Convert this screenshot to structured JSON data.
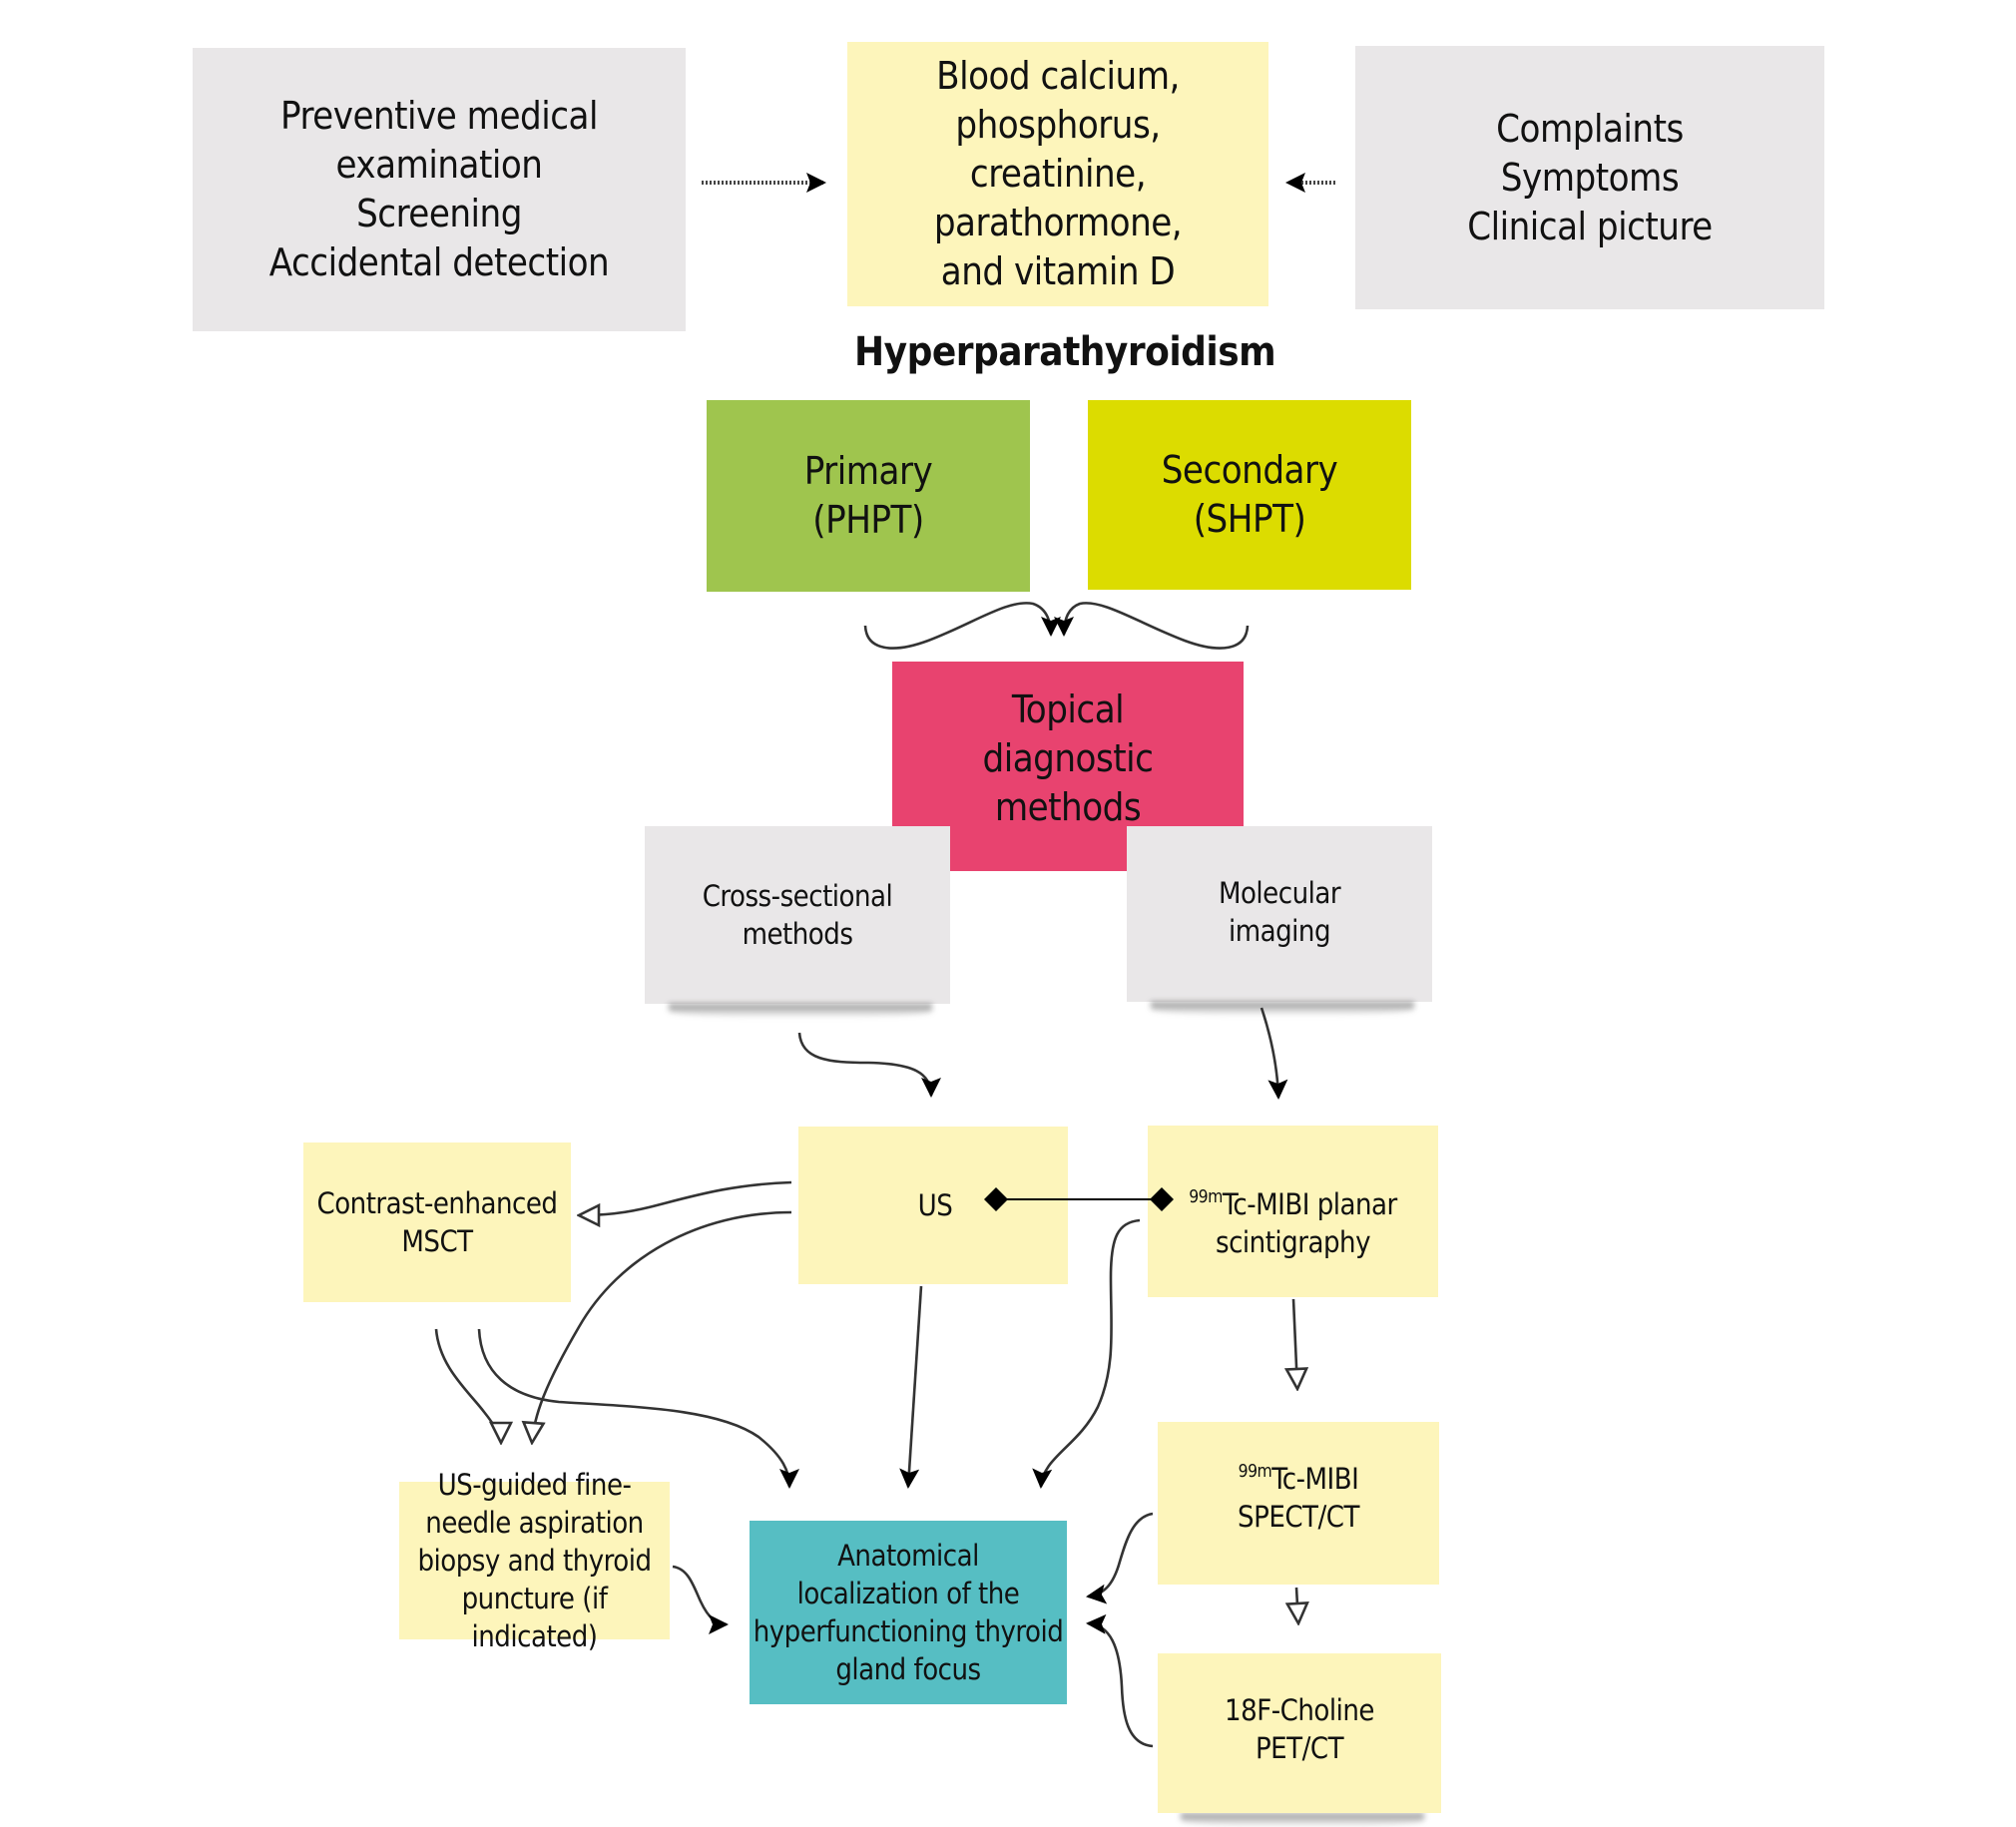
{
  "diagram": {
    "title": "Hyperparathyroidism",
    "nodes": {
      "triggers": {
        "lines": [
          "Preventive medical examination",
          "Screening",
          "Accidental detection"
        ],
        "color": "#e9e7e8"
      },
      "blood_tests": {
        "lines": [
          "Blood calcium, phosphorus,",
          "creatinine, parathormone,",
          "and vitamin D"
        ],
        "color": "#fdf5bb"
      },
      "complaints": {
        "lines": [
          "Complaints",
          "Symptoms",
          "Clinical picture"
        ],
        "color": "#e9e7e8"
      },
      "primary": {
        "lines": [
          "Primary",
          "(PHPT)"
        ],
        "color": "#9fc54e"
      },
      "secondary": {
        "lines": [
          "Secondary",
          "(SHPT)"
        ],
        "color": "#dcdc00"
      },
      "topical": {
        "lines": [
          "Topical",
          "diagnostic",
          "methods"
        ],
        "color": "#e8436f"
      },
      "cross_sectional": {
        "lines": [
          "Cross-sectional",
          "methods"
        ],
        "color": "#e9e7e8"
      },
      "molecular": {
        "lines": [
          "Molecular",
          "imaging"
        ],
        "color": "#e9e7e8"
      },
      "msct": {
        "lines": [
          "Contrast-enhanced",
          "MSCT"
        ],
        "color": "#fdf5bb"
      },
      "us": {
        "lines": [
          "US"
        ],
        "color": "#fdf5bb"
      },
      "tc_planar": {
        "sup": "99m",
        "lines": [
          "Tc-MIBI planar",
          "scintigraphy"
        ],
        "color": "#fdf5bb"
      },
      "fna": {
        "lines": [
          "US-guided fine-",
          "needle aspiration",
          "biopsy and thyroid",
          "puncture (if indicated)"
        ],
        "color": "#fdf5bb"
      },
      "anatomical": {
        "lines": [
          "Anatomical",
          "localization of the",
          "hyperfunctioning thyroid",
          "gland focus"
        ],
        "color": "#56bec3"
      },
      "tc_spect": {
        "sup": "99m",
        "lines": [
          "Tc-MIBI",
          "SPECT/CT"
        ],
        "color": "#fdf5bb"
      },
      "choline_pet": {
        "lines": [
          "18F-Choline",
          "PET/CT"
        ],
        "color": "#fdf5bb"
      }
    },
    "edges": [
      {
        "from": "triggers",
        "to": "blood_tests",
        "style": "dotted-arrow"
      },
      {
        "from": "complaints",
        "to": "blood_tests",
        "style": "dotted-arrow"
      },
      {
        "from": "primary",
        "to": "topical",
        "style": "curved-arrow"
      },
      {
        "from": "secondary",
        "to": "topical",
        "style": "curved-arrow"
      },
      {
        "from": "cross_sectional",
        "to": "us",
        "style": "curved-arrow"
      },
      {
        "from": "molecular",
        "to": "tc_planar",
        "style": "arrow"
      },
      {
        "from": "us",
        "to": "tc_planar",
        "style": "diamond-link"
      },
      {
        "from": "us",
        "to": "msct",
        "style": "open-arrow"
      },
      {
        "from": "us",
        "to": "fna",
        "style": "open-arrow"
      },
      {
        "from": "msct",
        "to": "fna",
        "style": "open-arrow"
      },
      {
        "from": "msct",
        "to": "anatomical",
        "style": "curved-arrow"
      },
      {
        "from": "us",
        "to": "anatomical",
        "style": "arrow"
      },
      {
        "from": "tc_planar",
        "to": "anatomical",
        "style": "curved-arrow"
      },
      {
        "from": "tc_planar",
        "to": "tc_spect",
        "style": "open-arrow"
      },
      {
        "from": "tc_spect",
        "to": "choline_pet",
        "style": "open-arrow"
      },
      {
        "from": "fna",
        "to": "anatomical",
        "style": "curved-arrow"
      },
      {
        "from": "tc_spect",
        "to": "anatomical",
        "style": "curved-arrow"
      },
      {
        "from": "choline_pet",
        "to": "anatomical",
        "style": "curved-arrow"
      }
    ]
  }
}
